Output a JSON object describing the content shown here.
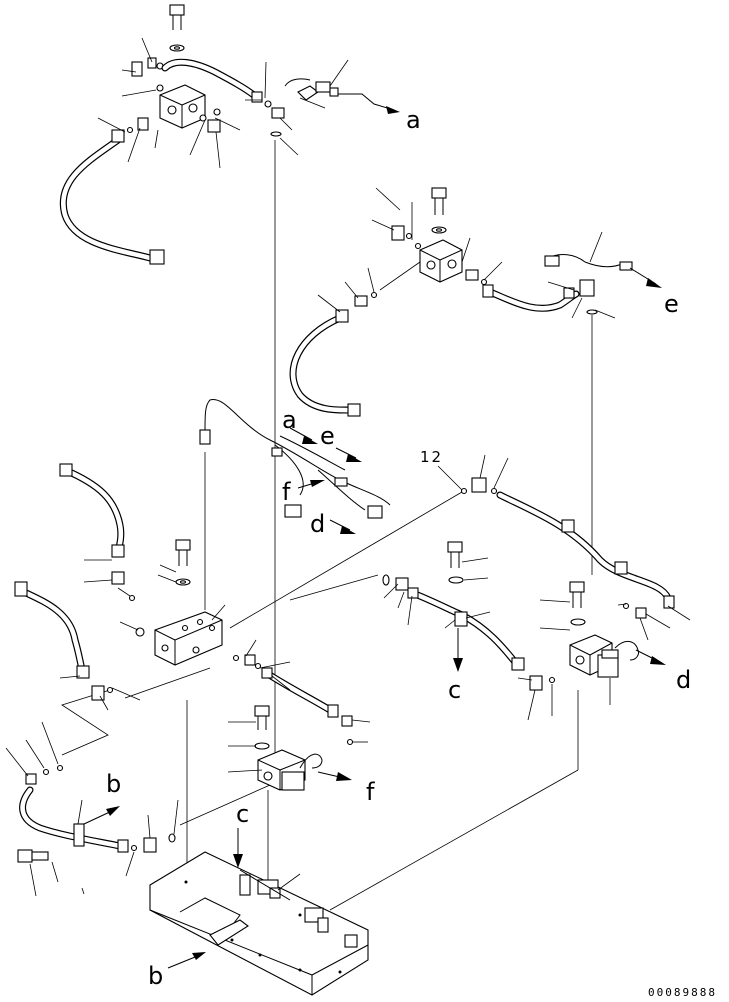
{
  "diagram": {
    "callouts": {
      "a_top": "a",
      "e_right": "e",
      "a_mid": "a",
      "e_mid": "e",
      "f_mid": "f",
      "d_mid": "d",
      "c_mid": "c",
      "d_right": "d",
      "f_low": "f",
      "b_left": "b",
      "c_low": "c",
      "b_bottom": "b"
    },
    "item_number": "12",
    "drawing_number": "00089888",
    "colors": {
      "ink": "#000000",
      "paper": "#ffffff"
    }
  }
}
